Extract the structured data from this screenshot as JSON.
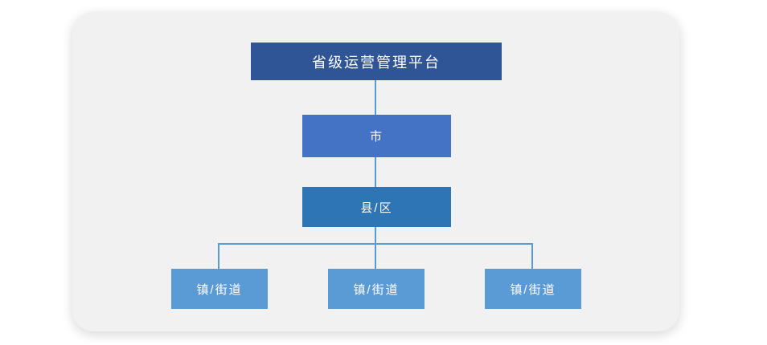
{
  "diagram": {
    "type": "org-chart",
    "nodes": {
      "province": {
        "label": "省级运营管理平台",
        "color": "#2f5597"
      },
      "city": {
        "label": "市",
        "color": "#4472c4"
      },
      "county": {
        "label": "县/区",
        "color": "#2e75b6"
      },
      "towns": [
        {
          "label": "镇/街道"
        },
        {
          "label": "镇/街道"
        },
        {
          "label": "镇/街道"
        }
      ],
      "town_color": "#5b9bd5"
    },
    "edges": [
      [
        "province",
        "city"
      ],
      [
        "city",
        "county"
      ],
      [
        "county",
        "town-1"
      ],
      [
        "county",
        "town-2"
      ],
      [
        "county",
        "town-3"
      ]
    ],
    "connector_color": "#5b9bd5",
    "text_color": "#ffffff",
    "card_background": "#f1f1f2",
    "page_background": "#ffffff"
  }
}
